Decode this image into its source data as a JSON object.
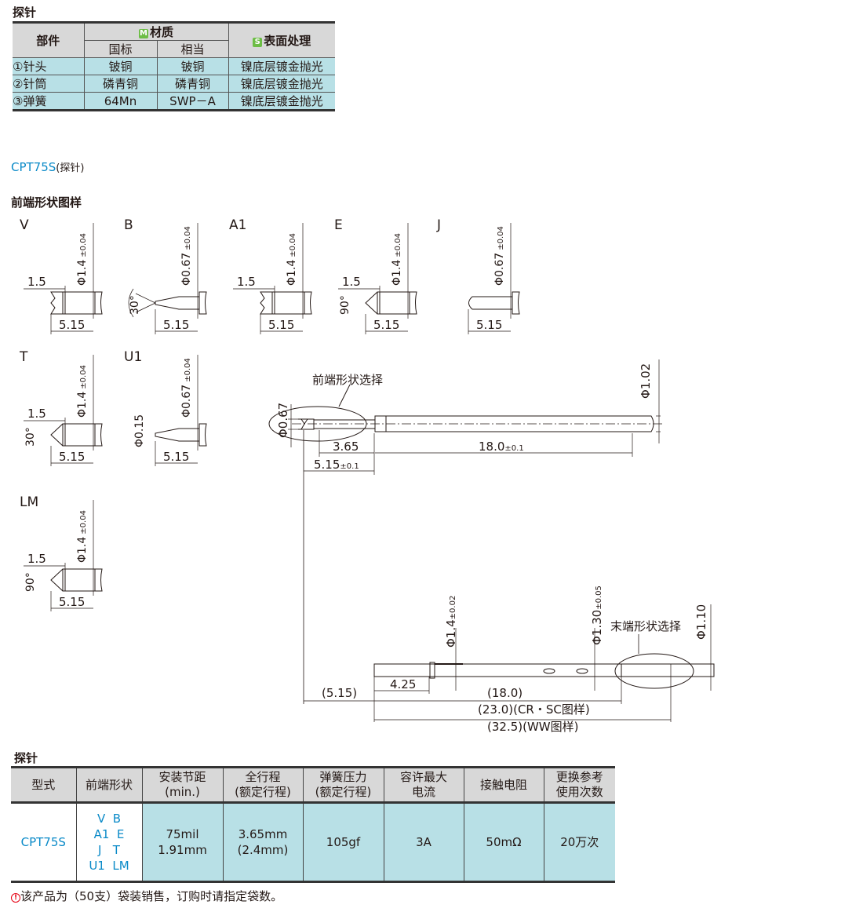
{
  "top_section": {
    "title": "探针"
  },
  "material_table": {
    "headers": {
      "part": "部件",
      "material_badge": "M",
      "material": "材质",
      "national": "国标",
      "equivalent": "相当",
      "surface_badge": "S",
      "surface": "表面处理"
    },
    "rows": [
      {
        "part": "①针头",
        "national": "铍铜",
        "equivalent": "铍铜",
        "surface": "镍底层镀金抛光"
      },
      {
        "part": "②针筒",
        "national": "磷青铜",
        "equivalent": "磷青铜",
        "surface": "镍底层镀金抛光"
      },
      {
        "part": "③弹簧",
        "national": "64Mn",
        "equivalent": "SWP－A",
        "surface": "镍底层镀金抛光"
      }
    ]
  },
  "model": {
    "code": "CPT75S",
    "suffix": "(探针)"
  },
  "tip_section": {
    "title": "前端形状图样"
  },
  "tips": [
    {
      "label": "V",
      "dia": "Φ1.4",
      "tol": "±0.04",
      "len": "5.15",
      "depth": "1.5",
      "angle": ""
    },
    {
      "label": "B",
      "dia": "Φ0.67",
      "tol": "±0.04",
      "len": "5.15",
      "depth": "",
      "angle": "30°"
    },
    {
      "label": "A1",
      "dia": "Φ1.4",
      "tol": "±0.04",
      "len": "5.15",
      "depth": "1.5",
      "angle": ""
    },
    {
      "label": "E",
      "dia": "Φ1.4",
      "tol": "±0.04",
      "len": "5.15",
      "depth": "1.5",
      "angle": "90°"
    },
    {
      "label": "J",
      "dia": "Φ0.67",
      "tol": "±0.04",
      "len": "5.15",
      "depth": "",
      "angle": ""
    },
    {
      "label": "T",
      "dia": "Φ1.4",
      "tol": "±0.04",
      "len": "5.15",
      "depth": "1.5",
      "angle": "30°"
    },
    {
      "label": "U1",
      "dia": "Φ0.67",
      "tol": "±0.04",
      "len": "5.15",
      "depth": "",
      "angle": "",
      "small": "Φ0.15"
    },
    {
      "label": "LM",
      "dia": "Φ1.4",
      "tol": "±0.04",
      "len": "5.15",
      "depth": "1.5",
      "angle": "90°"
    }
  ],
  "main_drawing": {
    "front_select": "前端形状选择",
    "d_tip": "Φ0.67",
    "d_barrel": "Φ1.02",
    "l_365": "3.65",
    "l_18": "18.0",
    "l_18_tol": "±0.1",
    "l_515": "5.15",
    "l_515_tol": "±0.1",
    "socket_d1": "Φ1.4",
    "socket_d1_tol": "±0.02",
    "socket_d2": "Φ1.30",
    "socket_d2_tol": "±0.05",
    "end_select": "末端形状选择",
    "socket_d3": "Φ1.10",
    "s_425": "4.25",
    "s_515": "(5.15)",
    "s_18": "(18.0)",
    "s_23": "(23.0)(CR・SC图样)",
    "s_325": "(32.5)(WW图样)"
  },
  "spec_section": {
    "title": "探针"
  },
  "spec_table": {
    "headers": [
      "型式",
      "前端形状",
      "安装节距\n(min.)",
      "全行程\n(额定行程)",
      "弹簧压力\n(额定行程)",
      "容许最大\n电流",
      "接触电阻",
      "更换参考\n使用次数"
    ],
    "row": {
      "model": "CPT75S",
      "tips": [
        "V  B",
        "A1  E",
        "J   T",
        "U1  LM"
      ],
      "pitch": [
        "75mil",
        "1.91mm"
      ],
      "stroke": [
        "3.65mm",
        "(2.4mm)"
      ],
      "force": "105gf",
      "current": "3A",
      "resistance": "50mΩ",
      "life": "20万次"
    }
  },
  "note": {
    "icon": "warning-icon",
    "text": "该产品为（50支）袋装销售，订购时请指定袋数。"
  },
  "colors": {
    "accent": "#0a8ac8",
    "row_bg": "#b8e0e6",
    "header_bg": "#d8d8d8",
    "badge": "#6cbd45"
  }
}
